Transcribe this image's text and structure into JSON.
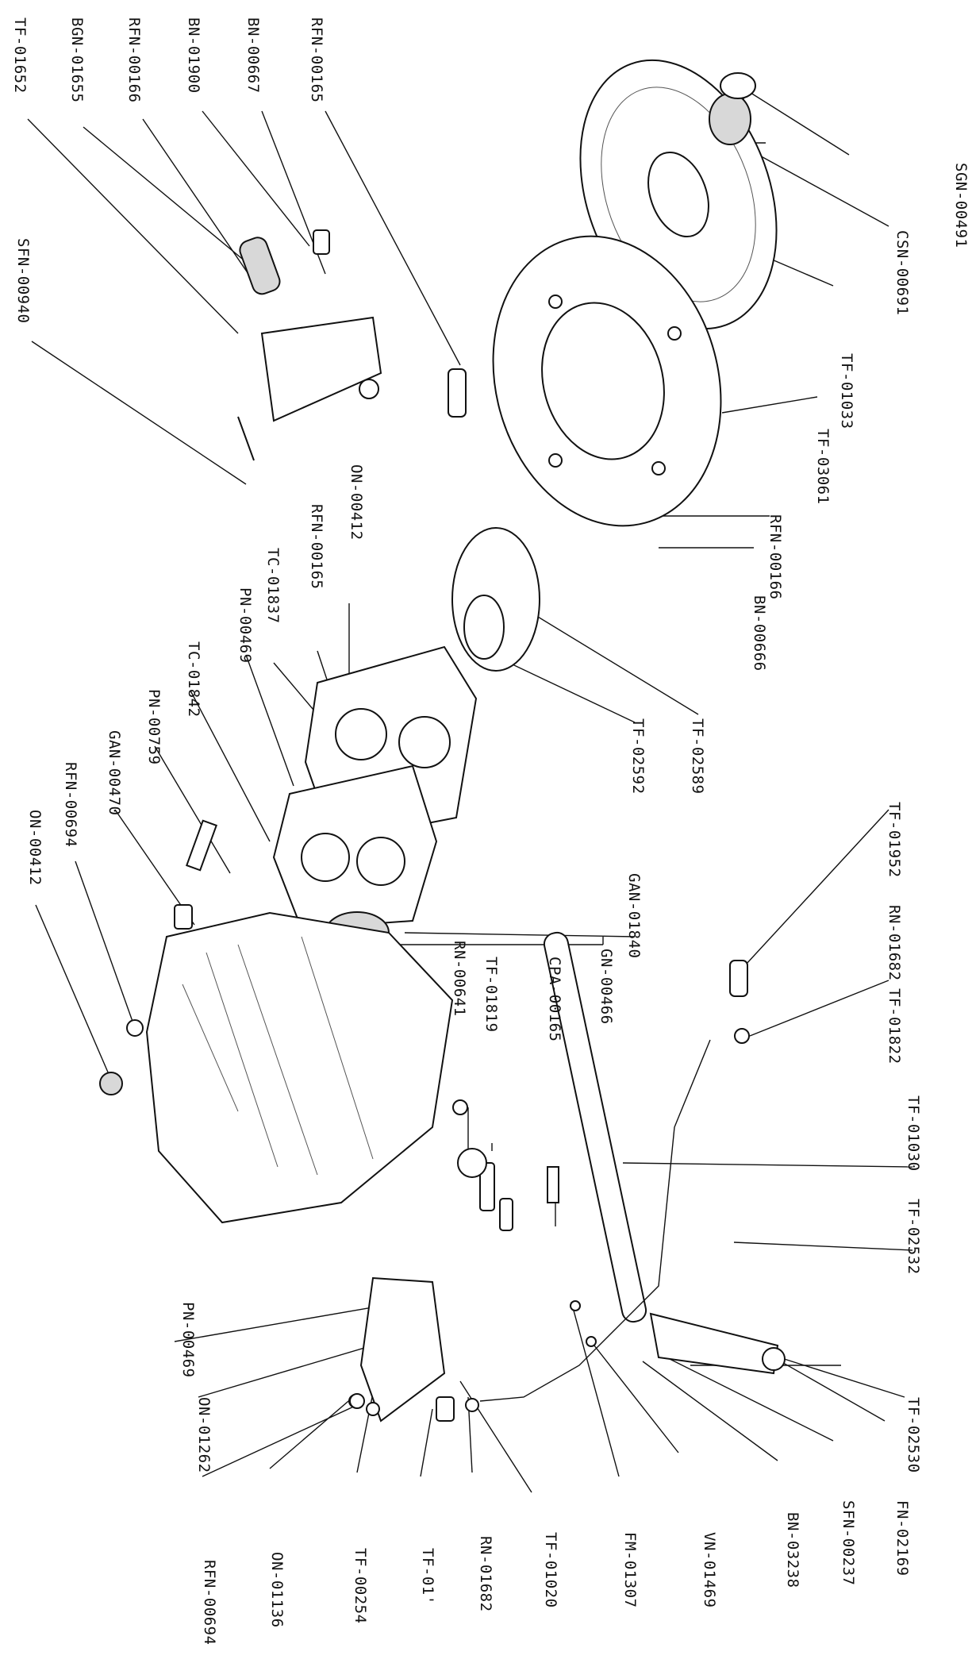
{
  "labels": {
    "tf_01652": "TF-01652",
    "bgn_01655": "BGN-01655",
    "rfn_00166_a": "RFN-00166",
    "bn_01900": "BN-01900",
    "bn_00667": "BN-00667",
    "rfn_00165_a": "RFN-00165",
    "sgn_00491": "SGN-00491",
    "csn_00691": "CSN-00691",
    "tf_01033": "TF-01033",
    "sfn_00940": "SFN-00940",
    "tf_03061": "TF-03061",
    "rfn_00166_b": "RFN-00166",
    "bn_00666": "BN-00666",
    "on_00412_a": "ON-00412",
    "rfn_00165_b": "RFN-00165",
    "tc_01837": "TC-01837",
    "pn_00469_a": "PN-00469",
    "tc_01842": "TC-01842",
    "pn_00759": "PN-00759",
    "gan_00470": "GAN-00470",
    "rfn_00694_a": "RFN-00694",
    "on_00412_b": "ON-00412",
    "tf_02589": "TF-02589",
    "tf_02592": "TF-02592",
    "tf_01952": "TF-01952",
    "gan_01840": "GAN-01840",
    "rn_01682_a": "RN-01682",
    "gn_00466": "GN-00466",
    "tf_01822": "TF-01822",
    "rn_00641": "RN-00641",
    "tf_01819": "TF-01819",
    "cpa_00165": "CPA-00165",
    "tf_01030": "TF-01030",
    "tf_02532": "TF-02532",
    "pn_00469_b": "PN-00469",
    "tf_02530": "TF-02530",
    "on_01262": "ON-01262",
    "fn_02169": "FN-02169",
    "sfn_00237": "SFN-00237",
    "bn_03238": "BN-03238",
    "vn_01469": "VN-01469",
    "fm_01307": "FM-01307",
    "tf_01020": "TF-01020",
    "rn_01682_b": "RN-01682",
    "tf_01_": "TF-01'",
    "tf_00254": "TF-00254",
    "on_01136": "ON-01136",
    "rfn_00694_b": "RFN-00694"
  }
}
